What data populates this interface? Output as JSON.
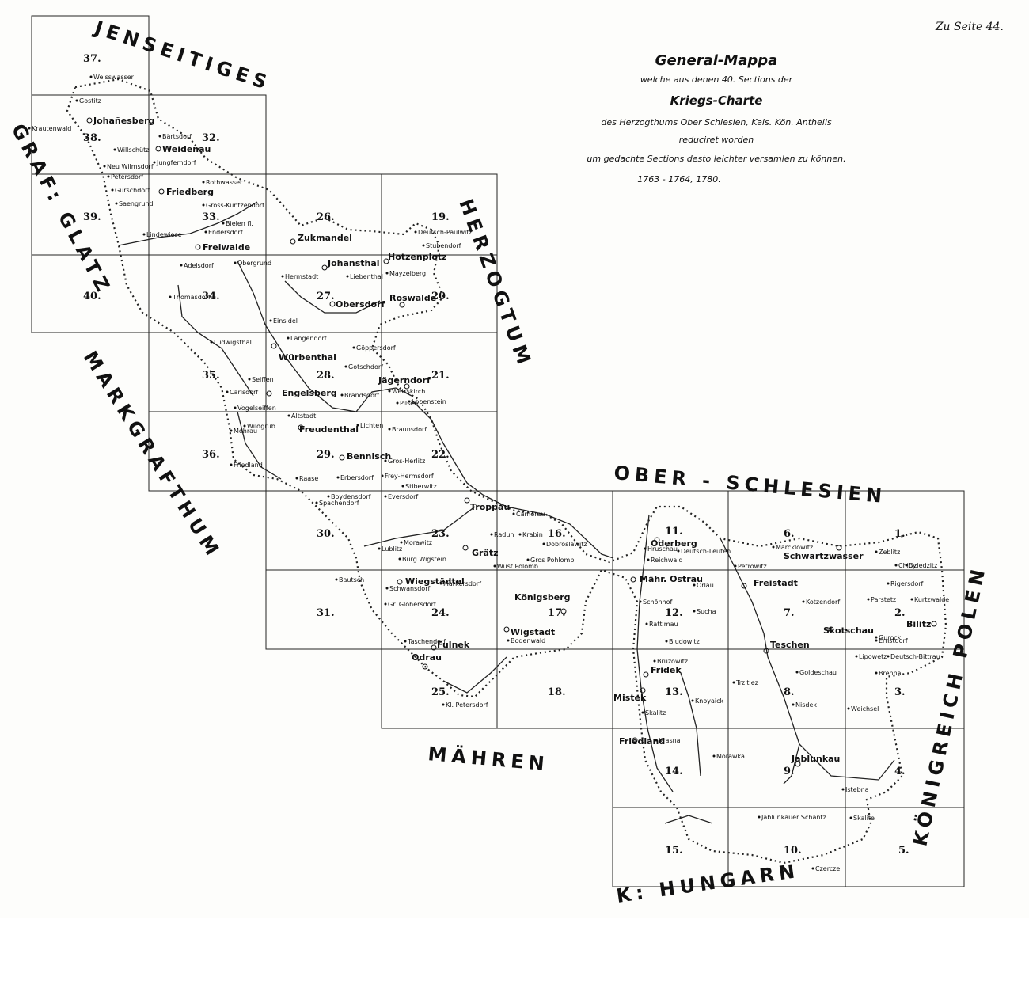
{
  "page_ref": "Zu Seite 44.",
  "title": {
    "line1": "General-Mappa",
    "line2": "welche aus denen 40. Sections der",
    "line3": "Kriegs-Charte",
    "line4": "des Herzogthums Ober Schlesien, Kais. Kön. Antheils",
    "line5": "reduciret worden",
    "line6": "um gedachte Sections desto leichter versamlen zu können.",
    "line7": "1763 - 1764, 1780."
  },
  "regions": {
    "jenseitiges": "JENSEITIGES",
    "herzogtum": "HERZOGTUM",
    "ober_schlesien": "OBER - SCHLESIEN",
    "graf_glatz": "GRAF: GLATZ",
    "markgrafthum": "MARKGRAFTHUM",
    "maehren": "MÄHREN",
    "hungarn": "K: HUNGARN",
    "koenigreich_polen": "KÖNIGREICH POLEN"
  },
  "sections": [
    "1.",
    "2.",
    "3.",
    "4.",
    "5.",
    "6.",
    "7.",
    "8.",
    "9.",
    "10.",
    "11.",
    "12.",
    "13.",
    "14.",
    "15.",
    "16.",
    "17.",
    "18.",
    "19.",
    "20.",
    "21.",
    "22.",
    "23.",
    "24.",
    "25.",
    "26.",
    "27.",
    "28.",
    "29.",
    "30.",
    "31.",
    "32.",
    "33.",
    "34.",
    "35.",
    "36.",
    "37.",
    "38.",
    "39.",
    "40."
  ],
  "towns_major": [
    "Johañesberg",
    "Weidenau",
    "Friedberg",
    "Freiwalde",
    "Zukmandel",
    "Johansthal",
    "Hotzenplotz",
    "Obersdorf",
    "Roswalde",
    "Würbenthal",
    "Jägerndorf",
    "Engelsberg",
    "Freudenthal",
    "Bennisch",
    "Troppau",
    "Grätz",
    "Königsberg",
    "Wigstadt",
    "Fulnek",
    "Odrau",
    "Wiegstädtel",
    "Oderberg",
    "Mähr. Ostrau",
    "Freistadt",
    "Schwartzwasser",
    "Bilitz",
    "Skotschau",
    "Teschen",
    "Fridek",
    "Mistek",
    "Friedland",
    "Jablunkau"
  ],
  "places_minor": [
    "Weisswasser",
    "Gostitz",
    "Krautenwald",
    "Bärtsdorf",
    "Willschütz",
    "Jungferndorf",
    "Neu Wilmsdorf",
    "Petersdorf",
    "Gurschdorf",
    "Rothwasser",
    "Saengrund",
    "Gross-Kuntzendorf",
    "Lindewiese",
    "Bielen fl.",
    "Endersdorf",
    "Deutsch-Paulwitz",
    "Stubendorf",
    "Obergrund",
    "Hermstadt",
    "Liebenthal",
    "Mayzelberg",
    "Adelsdorf",
    "Thomasdorf",
    "Einsidel",
    "Langendorf",
    "Göppersdorf",
    "Ludwigsthal",
    "Gotschdorf",
    "Seiffen",
    "Carlsdorf",
    "Vogelseiffen",
    "Brandsdorf",
    "Weisskirch",
    "Pilsen",
    "Lobenstein",
    "Altstadt",
    "Lichten",
    "Braunsdorf",
    "Mohrau",
    "Wildgrub",
    "Gros-Herlitz",
    "Friedland",
    "Raase",
    "Erbersdorf",
    "Frey-Hermsdorf",
    "Stiberwitz",
    "Boydensdorf",
    "Eversdorf",
    "Spachendorf",
    "Camerau",
    "Radun",
    "Krabin",
    "Dobroslawitz",
    "Morawitz",
    "Lublitz",
    "Burg Wigstein",
    "Gros Pohlomb",
    "Wüst Polomb",
    "Schwansdorf",
    "Bautsch",
    "Markersdorf",
    "Gr. Glohersdorf",
    "Taschendorf",
    "Bodenwald",
    "Kl. Petersdorf",
    "Hruschau",
    "Deutsch-Leuten",
    "Reichwald",
    "Petrowitz",
    "Marcklowitz",
    "Zeblitz",
    "Chiby",
    "Dziedzitz",
    "Rigersdorf",
    "Kurtzwalde",
    "Parstetz",
    "Kotzendorf",
    "Gurock",
    "Ernstdorf",
    "Schönhof",
    "Orlau",
    "Rattimau",
    "Sucha",
    "Bludowitz",
    "Bruzowitz",
    "Lipowetz",
    "Deutsch-Bittrau",
    "Goldeschau",
    "Trzitiez",
    "Knoyaick",
    "Brenna",
    "Nisdek",
    "Weichsel",
    "Skalitz",
    "Krasna",
    "Morawka",
    "Istebna",
    "Jablunkauer Schantz",
    "Skalite",
    "Czercze"
  ]
}
